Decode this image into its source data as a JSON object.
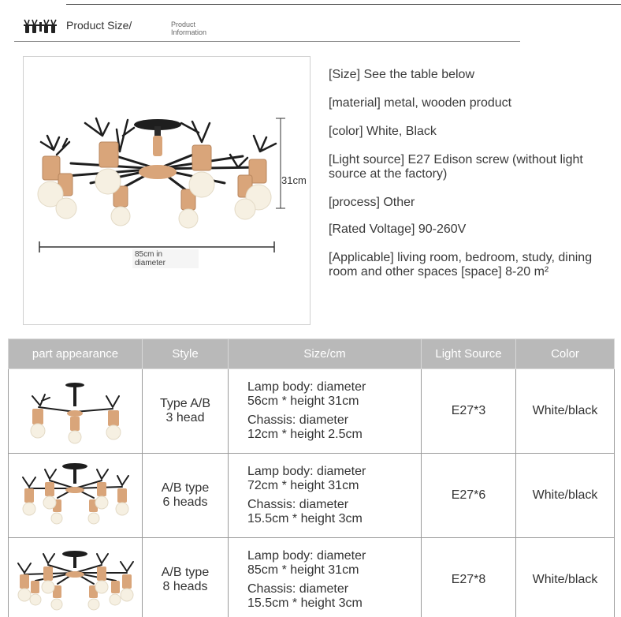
{
  "header": {
    "title": "Product Size/",
    "subtitle_line1": "Product",
    "subtitle_line2": "Information"
  },
  "hero": {
    "height_label": "31cm",
    "diameter_line1": "85cm in",
    "diameter_line2": "diameter"
  },
  "specs": [
    "[Size] See the table below",
    "[material] metal, wooden product",
    "[color] White, Black",
    "[Light source] E27 Edison screw (without light source at the factory)",
    "[process] Other",
    "[Rated Voltage] 90-260V",
    "[Applicable] living room, bedroom, study, dining room and other spaces [space] 8-20 m²"
  ],
  "table": {
    "headers": [
      "part appearance",
      "Style",
      "Size/cm",
      "Light Source",
      "Color"
    ],
    "rows": [
      {
        "style_line1": "Type A/B",
        "style_line2": "3 head",
        "body_line1": "Lamp body: diameter",
        "body_line2": "56cm * height 31cm",
        "chassis_line1": "Chassis: diameter",
        "chassis_line2": "12cm * height 2.5cm",
        "light_source": "E27*3",
        "color": "White/black"
      },
      {
        "style_line1": "A/B type",
        "style_line2": "6 heads",
        "body_line1": "Lamp body: diameter",
        "body_line2": "72cm * height 31cm",
        "chassis_line1": "Chassis: diameter",
        "chassis_line2": "15.5cm * height 3cm",
        "light_source": "E27*6",
        "color": "White/black"
      },
      {
        "style_line1": "A/B type",
        "style_line2": "8 heads",
        "body_line1": "Lamp body: diameter",
        "body_line2": "85cm * height 31cm",
        "chassis_line1": "Chassis: diameter",
        "chassis_line2": "15.5cm * height 3cm",
        "light_source": "E27*8",
        "color": "White/black"
      }
    ]
  },
  "colors": {
    "header_bg": "#b9b9b9",
    "wood": "#d9a57a",
    "metal": "#222222",
    "bulb": "#f6f0e2"
  }
}
